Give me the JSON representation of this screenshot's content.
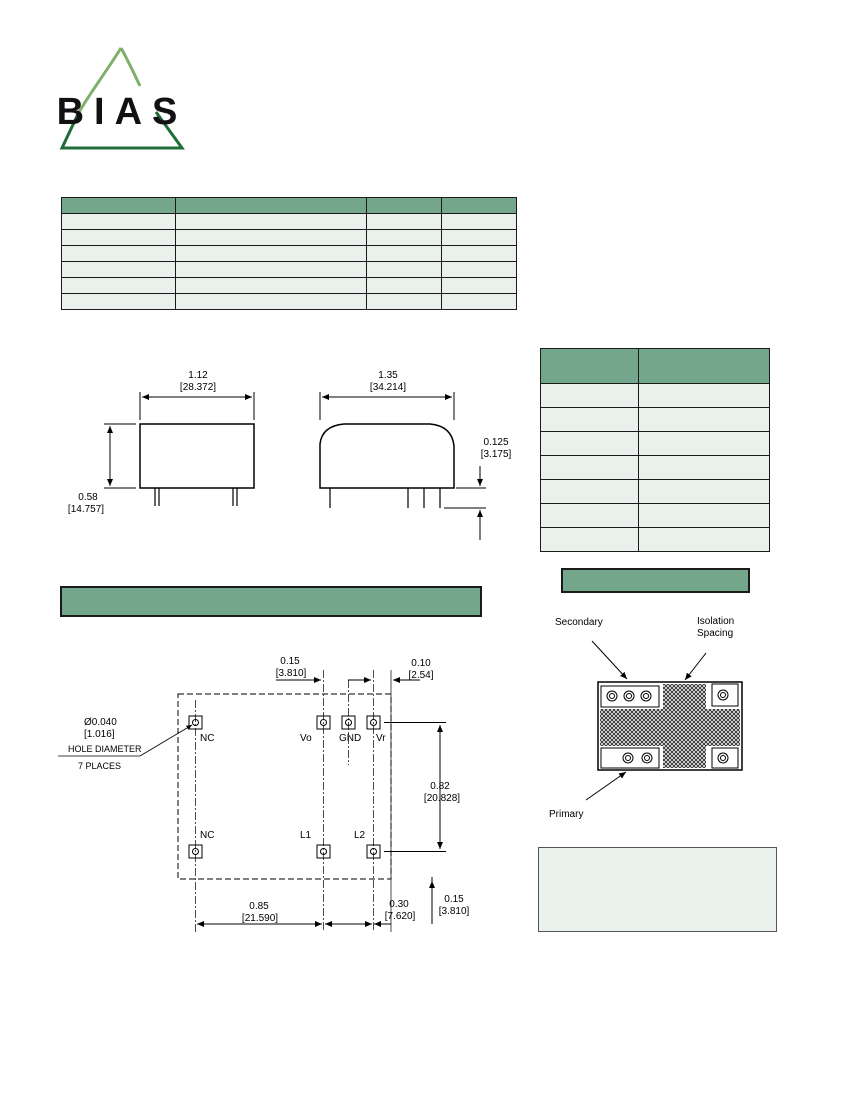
{
  "logo": {
    "text": "BIAS",
    "colors": {
      "light": "#7fb069",
      "dark": "#1f6b3a"
    }
  },
  "colors": {
    "accent": "#74a68c",
    "cell": "#eaf0ec",
    "hatch": "#333333"
  },
  "side_view": {
    "width_in": "1.12",
    "width_mm": "[28.372]",
    "height_in": "0.58",
    "height_mm": "[14.757]"
  },
  "end_view": {
    "width_in": "1.35",
    "width_mm": "[34.214]",
    "pin_in": "0.125",
    "pin_mm": "[3.175]"
  },
  "footprint": {
    "dim_015_in": "0.15",
    "dim_015_mm": "[3.810]",
    "dim_010_in": "0.10",
    "dim_010_mm": "[2.54]",
    "hole_in": "Ø0.040",
    "hole_mm": "[1.016]",
    "hole_label": "HOLE DIAMETER",
    "places_label": "7 PLACES",
    "pin_labels": {
      "nc_top": "NC",
      "vo": "Vo",
      "gnd": "GND",
      "vr": "Vr",
      "nc_bottom": "NC",
      "l1": "L1",
      "l2": "L2"
    },
    "dim_082_in": "0.82",
    "dim_082_mm": "[20.828]",
    "dim_085_in": "0.85",
    "dim_085_mm": "[21.590]",
    "dim_030_in": "0.30",
    "dim_030_mm": "[7.620]",
    "dim_015b_in": "0.15",
    "dim_015b_mm": "[3.810]"
  },
  "isolation": {
    "secondary": "Secondary",
    "isolation_1": "Isolation",
    "isolation_2": "Spacing",
    "primary": "Primary"
  }
}
